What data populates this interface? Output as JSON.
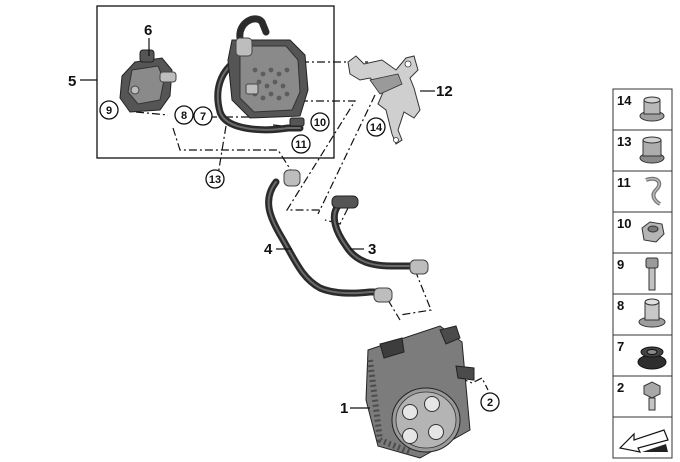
{
  "callouts": {
    "c1": "1",
    "c2": "2",
    "c3": "3",
    "c4": "4",
    "c5": "5",
    "c6": "6",
    "c7": "7",
    "c8": "8",
    "c9": "9",
    "c10": "10",
    "c11": "11",
    "c12": "12",
    "c13": "13",
    "c14": "14"
  },
  "legend": [
    {
      "number": "14",
      "icon": "flange-nut-icon"
    },
    {
      "number": "13",
      "icon": "collar-nut-icon"
    },
    {
      "number": "11",
      "icon": "hose-clip-icon"
    },
    {
      "number": "10",
      "icon": "hex-nut-icon"
    },
    {
      "number": "9",
      "icon": "socket-screw-icon"
    },
    {
      "number": "8",
      "icon": "spacer-bushing-icon"
    },
    {
      "number": "7",
      "icon": "rubber-grommet-icon"
    },
    {
      "number": "2",
      "icon": "hex-bolt-icon"
    },
    {
      "number": "",
      "icon": "standard-parts-arrow-icon"
    }
  ]
}
